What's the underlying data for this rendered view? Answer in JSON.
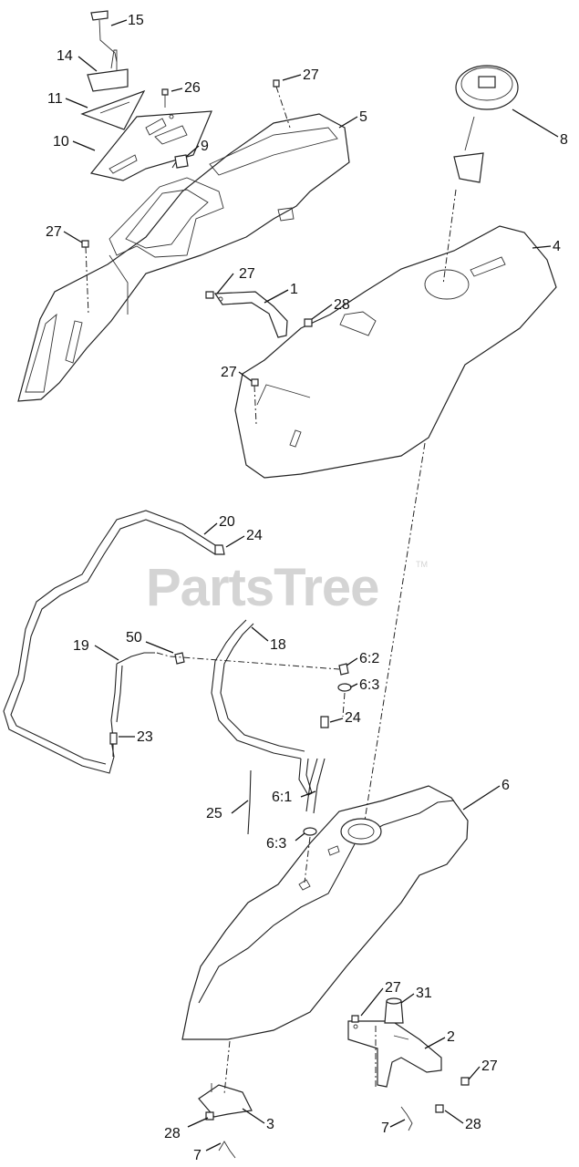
{
  "watermark": {
    "text": "PartsTree",
    "trademark": "TM"
  },
  "callouts": {
    "c15": "15",
    "c14": "14",
    "c11": "11",
    "c26": "26",
    "c10": "10",
    "c9": "9",
    "c27a": "27",
    "c5": "5",
    "c8": "8",
    "c27b": "27",
    "c4": "4",
    "c27c": "27",
    "c1": "1",
    "c28a": "28",
    "c27d": "27",
    "c20": "20",
    "c24a": "24",
    "c50": "50",
    "c19": "19",
    "c18": "18",
    "c6_2": "6:2",
    "c6_3a": "6:3",
    "c23": "23",
    "c24b": "24",
    "c25": "25",
    "c6_1": "6:1",
    "c6_3b": "6:3",
    "c6": "6",
    "c27e": "27",
    "c31": "31",
    "c2": "2",
    "c27f": "27",
    "c28b": "28",
    "c3": "3",
    "c28c": "28",
    "c7a": "7",
    "c7b": "7"
  }
}
